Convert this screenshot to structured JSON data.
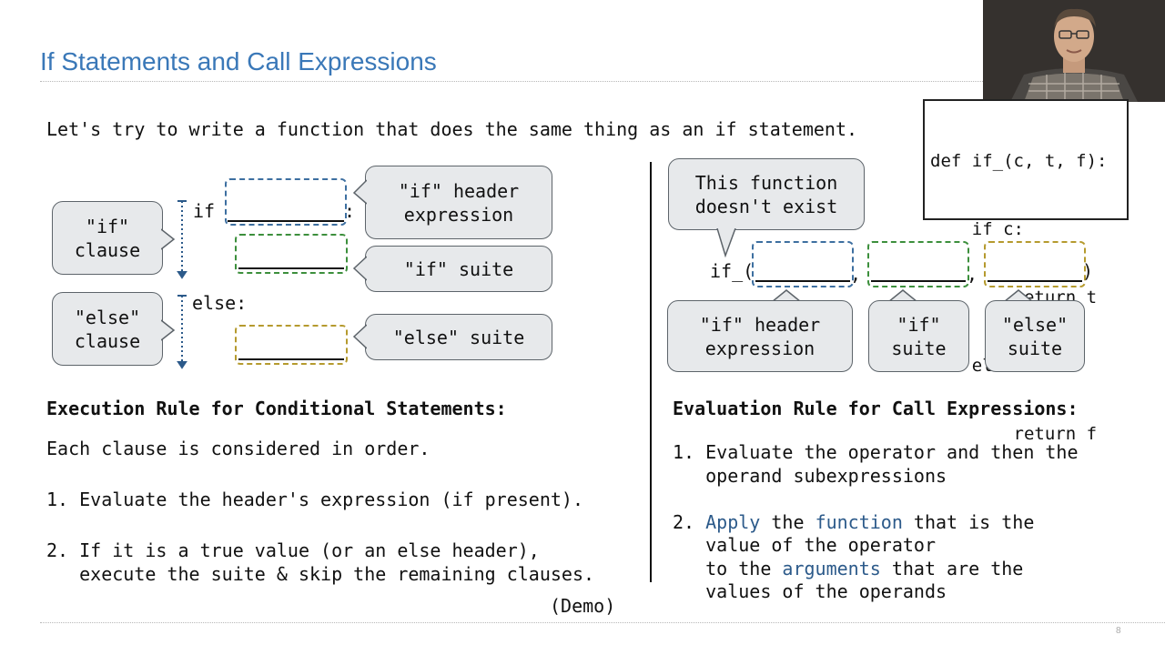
{
  "slide": {
    "title": "If Statements and Call Expressions",
    "intro": "Let's try to write a function that does the same thing as an if statement.",
    "page_number": "8",
    "demo": "(Demo)"
  },
  "code_box": {
    "lines": [
      "def if_(c, t, f):",
      "    if c:",
      "        return t",
      "    else:",
      "        return f"
    ]
  },
  "left_diagram": {
    "if_clause_label": "\"if\"\nclause",
    "else_clause_label": "\"else\"\nclause",
    "if_keyword": "if",
    "colon": ":",
    "else_keyword": "else:",
    "if_header_label": "\"if\" header\nexpression",
    "if_suite_label": "\"if\" suite",
    "else_suite_label": "\"else\" suite"
  },
  "right_diagram": {
    "note": "This function\ndoesn't exist",
    "call_prefix": "if_(",
    "comma": ",",
    "close_paren": ")",
    "if_header_label": "\"if\" header\nexpression",
    "if_suite_label": "\"if\"\nsuite",
    "else_suite_label": "\"else\"\nsuite"
  },
  "execution_rule": {
    "heading": "Execution Rule for Conditional Statements:",
    "intro": "Each clause is considered in order.",
    "step1": "1. Evaluate the header's expression (if present).",
    "step2_line1": "2. If it is a true value (or an else header),",
    "step2_line2": "   execute the suite & skip the remaining clauses."
  },
  "evaluation_rule": {
    "heading": "Evaluation Rule for Call Expressions:",
    "step1_line1": "1. Evaluate the operator and then the",
    "step1_line2": "   operand subexpressions",
    "step2_num": "2. ",
    "step2_apply": "Apply",
    "step2_the": " the ",
    "step2_function": "function",
    "step2_rest1": " that is the",
    "step2_line2": "   value of the operator",
    "step2_to": "   to the ",
    "step2_arguments": "arguments",
    "step2_rest3": " that are the",
    "step2_line4": "   values of the operands"
  },
  "colors": {
    "title": "#3a78b8",
    "blue_box": "#3d6fa0",
    "green_box": "#3c8f3c",
    "gold_box": "#b59a2e",
    "highlight": "#2c5a8a"
  }
}
